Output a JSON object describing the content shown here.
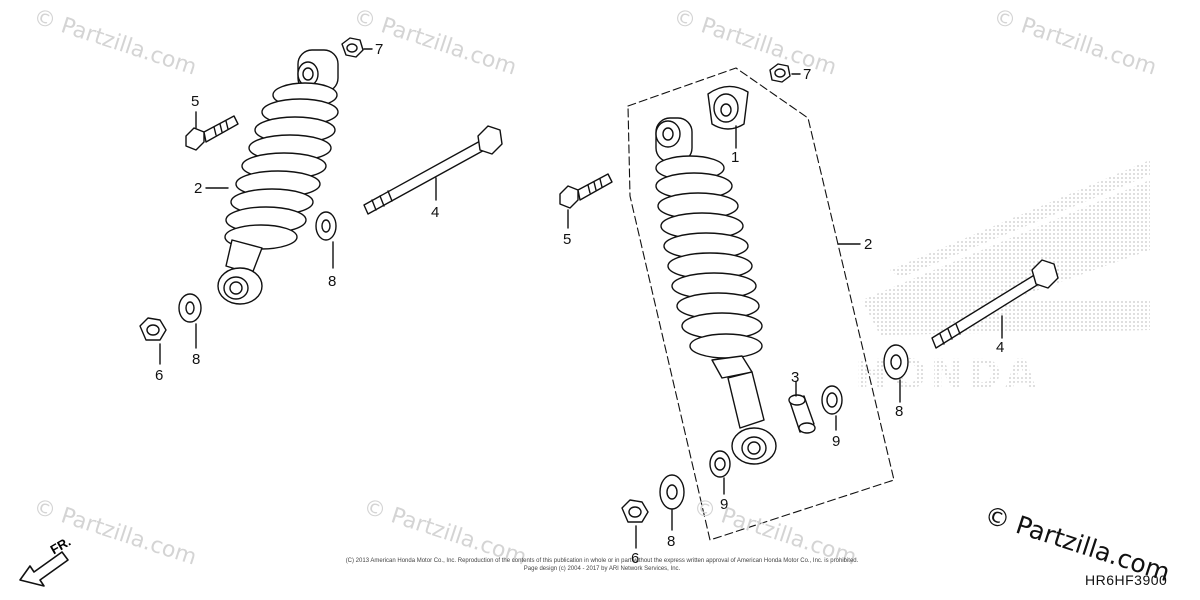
{
  "watermark_text": "© Partzilla.com",
  "brand": "© Partzilla.com",
  "diagram_code": "HR6HF3900",
  "direction_label": "FR.",
  "footer_line1": "(C) 2013 American Honda Motor Co., Inc. Reproduction of the contents of this publication in whole or in part without the express written approval of American Honda Motor Co., Inc. is prohibited.",
  "footer_line2": "Page design (c) 2004 - 2017 by ARI Network Services, Inc.",
  "honda_logo_letters": "HONDA",
  "callouts": {
    "l5": "5",
    "l7": "7",
    "l2": "2",
    "l4": "4",
    "l8a": "8",
    "l6": "6",
    "l8b": "8",
    "r7": "7",
    "r1": "1",
    "r5": "5",
    "r2": "2",
    "r4": "4",
    "r3": "3",
    "r8a": "8",
    "r9a": "9",
    "r9b": "9",
    "r6": "6",
    "r8b": "8"
  },
  "colors": {
    "line": "#111111",
    "watermark": "#d4d4d4",
    "logo_dots": "#c8c8c8"
  }
}
